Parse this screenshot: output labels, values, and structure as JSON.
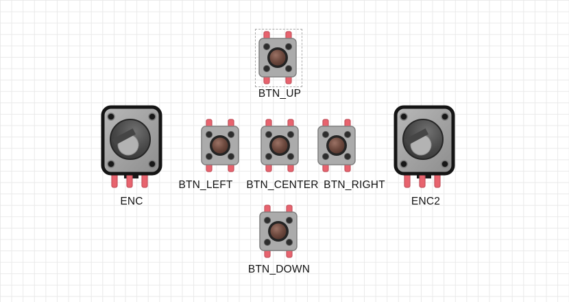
{
  "canvas": {
    "background": "#ffffff",
    "grid_color": "#e9e9e9"
  },
  "colors": {
    "pin_red": "#e8636e",
    "pin_red_stroke": "#c2515c",
    "button_body_gray": "#ababab",
    "button_cap_brown": "#6e4a3f",
    "encoder_border_black": "#141414",
    "encoder_plate_gray": "#a0a0a0",
    "knob_dark_gray": "#454545",
    "shaft_light_gray": "#b3b3b3",
    "label_text": "#111111"
  },
  "parts": {
    "btn_up": {
      "label": "BTN_UP",
      "type": "pushbutton",
      "selected": true
    },
    "btn_left": {
      "label": "BTN_LEFT",
      "type": "pushbutton",
      "selected": false
    },
    "btn_center": {
      "label": "BTN_CENTER",
      "type": "pushbutton",
      "selected": false
    },
    "btn_right": {
      "label": "BTN_RIGHT",
      "type": "pushbutton",
      "selected": false
    },
    "btn_down": {
      "label": "BTN_DOWN",
      "type": "pushbutton",
      "selected": false
    },
    "enc": {
      "label": "ENC",
      "type": "rotary-encoder",
      "selected": false
    },
    "enc2": {
      "label": "ENC2",
      "type": "rotary-encoder",
      "selected": false
    }
  }
}
